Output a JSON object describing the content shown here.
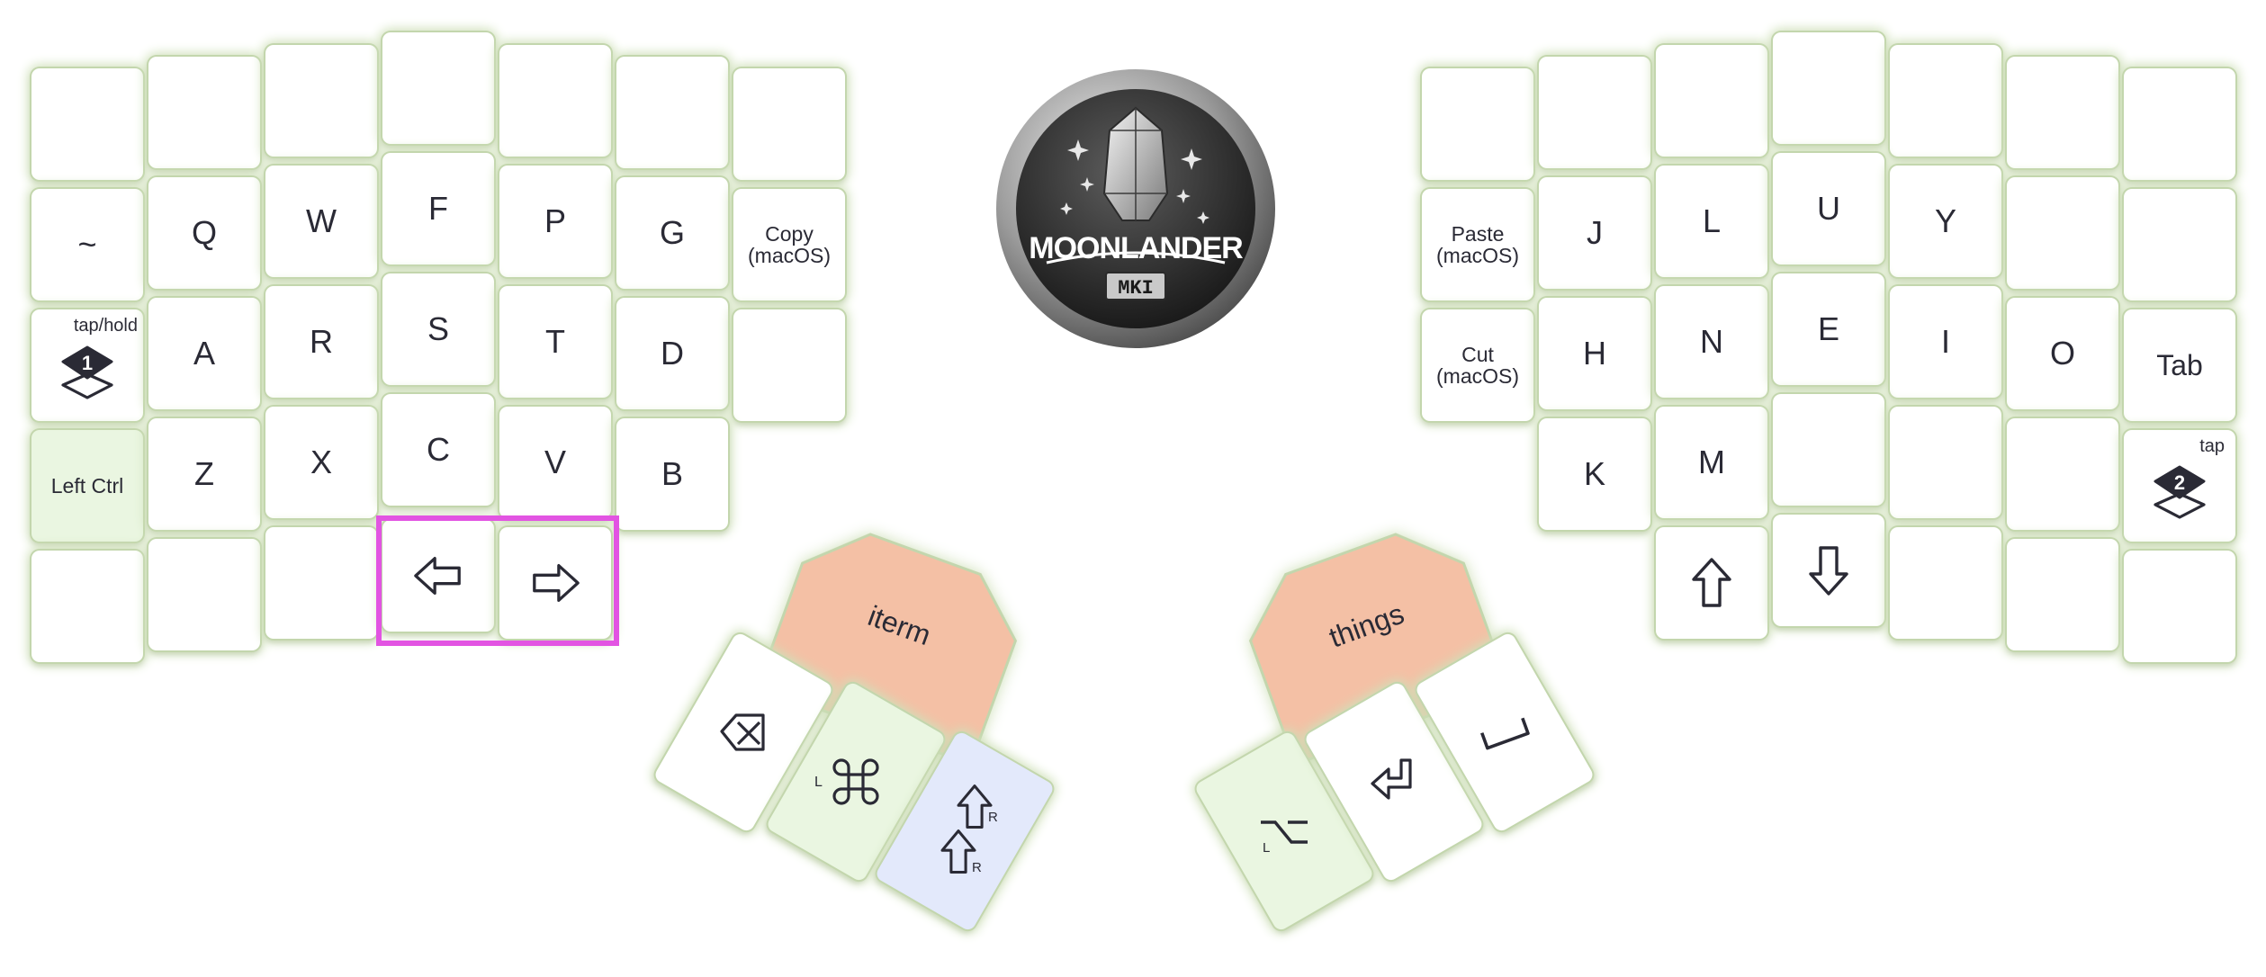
{
  "keyboard": {
    "name": "MOONLANDER",
    "edition": "MKI",
    "left": {
      "row1": [
        "",
        "",
        "",
        "",
        "",
        "",
        ""
      ],
      "row2": [
        "~",
        "Q",
        "W",
        "F",
        "P",
        "G",
        "Copy\n(macOS)"
      ],
      "row3": {
        "layer_tag": "tap/hold",
        "layer_number": "1",
        "keys": [
          "A",
          "R",
          "S",
          "T",
          "D",
          ""
        ]
      },
      "row4": [
        "Left Ctrl",
        "Z",
        "X",
        "C",
        "V",
        "B"
      ],
      "row5": [
        "",
        "",
        "",
        "left-arrow-icon",
        "right-arrow-icon"
      ]
    },
    "right": {
      "row1": [
        "",
        "",
        "",
        "",
        "",
        "",
        ""
      ],
      "row2": [
        "Paste\n(macOS)",
        "J",
        "L",
        "U",
        "Y",
        "",
        ""
      ],
      "row3": [
        "Cut\n(macOS)",
        "H",
        "N",
        "E",
        "I",
        "O",
        "Tab"
      ],
      "row4": {
        "keys": [
          "K",
          "M",
          "",
          "",
          ""
        ],
        "layer_tag": "tap",
        "layer_number": "2"
      },
      "row5": [
        "up-arrow-icon",
        "down-arrow-icon",
        "",
        "",
        ""
      ]
    },
    "thumb_left": {
      "big_key": "iterm",
      "keys": [
        "escape-icon",
        "command-icon",
        "shift-icon"
      ],
      "modifier_sub": "L",
      "shift_sub": "R"
    },
    "thumb_right": {
      "big_key": "things",
      "keys": [
        "option-icon",
        "enter-icon",
        "space-icon"
      ],
      "modifier_sub": "L"
    },
    "colors": {
      "key_background": "#ffffff",
      "key_glow": "#c3d6ad",
      "modifier_green": "#eaf6e1",
      "shift_blue": "#e3e9fb",
      "app_peach": "#f4c0a5",
      "selection_highlight": "#e254e2",
      "text": "#2a2a35"
    }
  }
}
